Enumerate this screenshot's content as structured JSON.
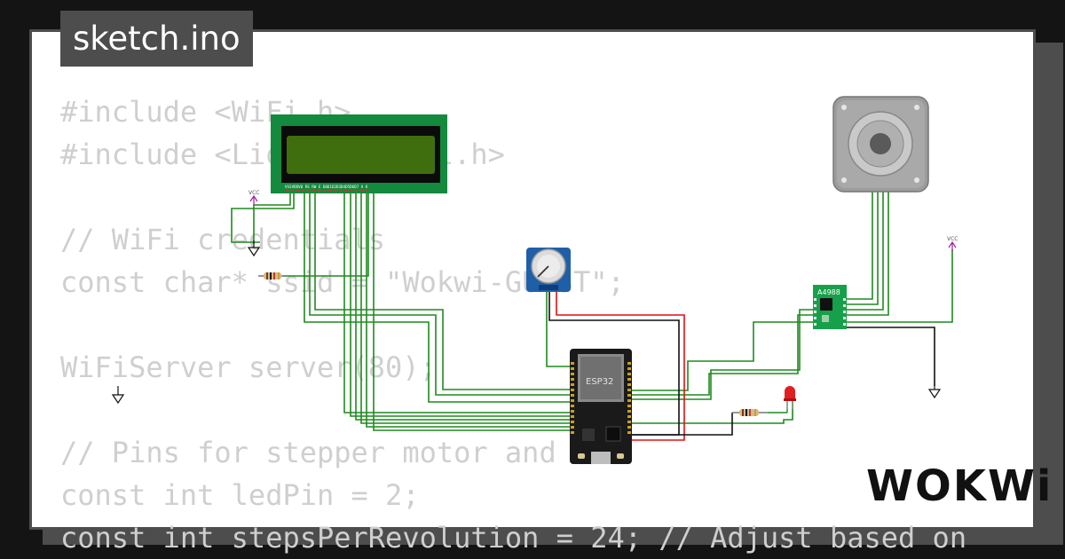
{
  "project": {
    "file_name": "sketch.ino",
    "brand": "WOKWi"
  },
  "code_lines": [
    "#include <WiFi.h>",
    "#include <LiquidCrystal.h>",
    "",
    "// WiFi credentials",
    "const char* ssid = \"Wokwi-GUEST\";",
    "",
    "WiFiServer server(80);",
    "",
    "// Pins for stepper motor and",
    "const int ledPin = 2;",
    "const int stepsPerRevolution = 24; // Adjust based on"
  ],
  "diagram": {
    "mcu_label": "ESP32",
    "driver_label": "A4988",
    "vcc_label": "VCC",
    "lcd_pin_labels": "VSSVDDV0 RS RW E D0D1D2D3D4D5D6D7 A K",
    "colors": {
      "wire_green": "#1f8a1f",
      "wire_red": "#e01010",
      "wire_black": "#111111",
      "lcd_pcb": "#138a3e",
      "lcd_screen": "#3f6e0f",
      "mcu_board": "#1a1a1a",
      "driver_board": "#16a04a",
      "pot_body": "#1f5fa8",
      "led": "#e02020"
    }
  }
}
